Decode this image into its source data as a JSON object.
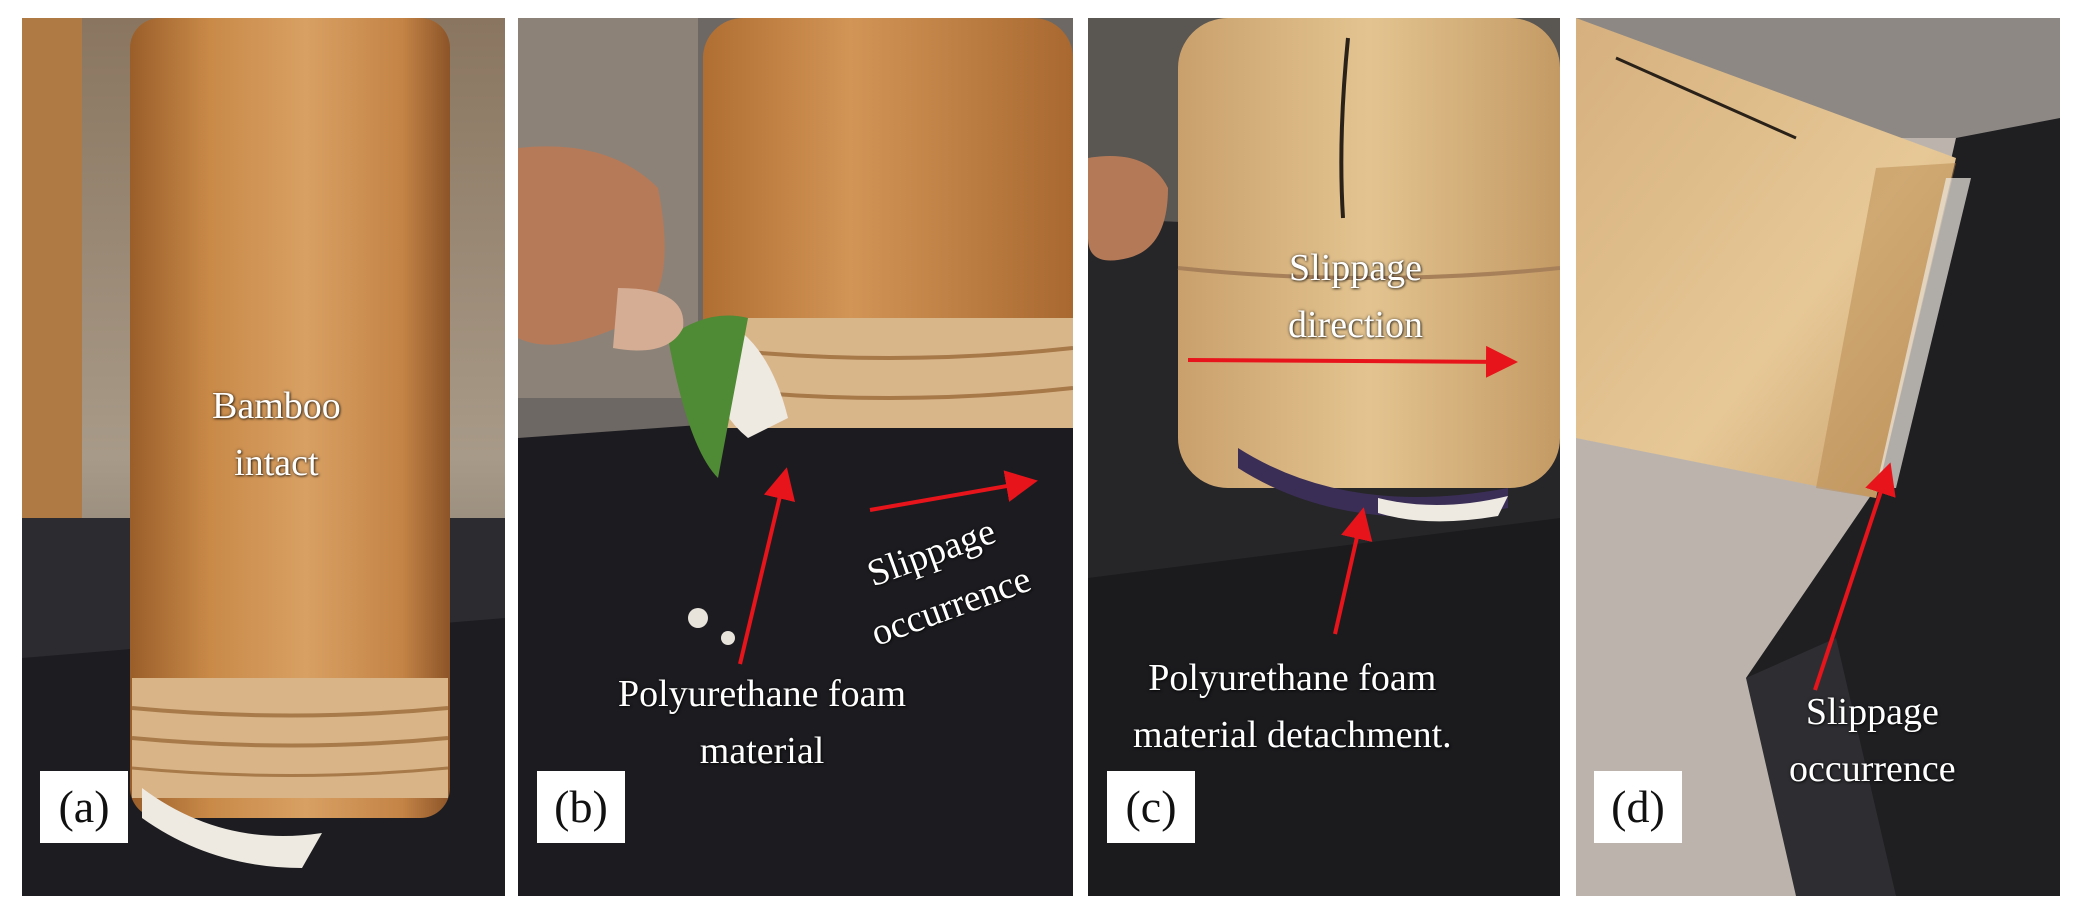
{
  "panels": [
    {
      "label": "(a)",
      "annotation": [
        "Bamboo",
        "intact"
      ]
    },
    {
      "label": "(b)",
      "annotation_1": [
        "Slippage",
        "occurrence"
      ],
      "annotation_2": [
        "Polyurethane foam",
        "material"
      ]
    },
    {
      "label": "(c)",
      "annotation_1": [
        "Slippage",
        "direction"
      ],
      "annotation_2": [
        "Polyurethane foam",
        "material detachment."
      ]
    },
    {
      "label": "(d)",
      "annotation": [
        "Slippage",
        "occurrence"
      ]
    }
  ],
  "colors": {
    "arrow": "#e8141b",
    "bamboo": "#c98a48",
    "steel": "#1f1f22",
    "foam": "#eeeae2"
  }
}
